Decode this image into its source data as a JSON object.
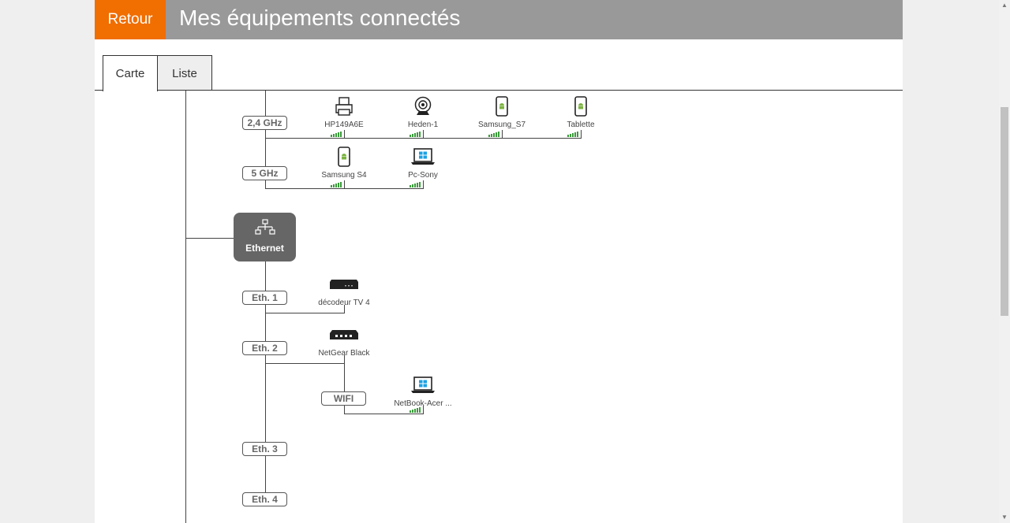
{
  "header": {
    "back_label": "Retour",
    "title": "Mes équipements connectés"
  },
  "tabs": [
    {
      "label": "Carte",
      "active": true
    },
    {
      "label": "Liste",
      "active": false
    }
  ],
  "wifi": {
    "bands": [
      {
        "label": "2,4 GHz",
        "devices": [
          {
            "name": "HP149A6E",
            "icon": "printer-icon",
            "signal": 4
          },
          {
            "name": "Heden-1",
            "icon": "webcam-icon",
            "signal": 4
          },
          {
            "name": "Samsung_S7",
            "icon": "android-phone-icon",
            "signal": 4
          },
          {
            "name": "Tablette",
            "icon": "android-phone-icon",
            "signal": 4
          }
        ]
      },
      {
        "label": "5 GHz",
        "devices": [
          {
            "name": "Samsung S4",
            "icon": "android-phone-icon",
            "signal": 4
          },
          {
            "name": "Pc-Sony",
            "icon": "windows-laptop-icon",
            "signal": 4
          }
        ]
      }
    ]
  },
  "ethernet": {
    "label": "Ethernet",
    "ports": [
      {
        "label": "Eth. 1",
        "devices": [
          {
            "name": "décodeur TV 4",
            "icon": "tv-decoder-icon"
          }
        ]
      },
      {
        "label": "Eth. 2",
        "devices": [
          {
            "name": "NetGear Black",
            "icon": "network-switch-icon"
          }
        ],
        "sub": {
          "label": "WIFI",
          "devices": [
            {
              "name": "NetBook-Acer ...",
              "icon": "windows-laptop-icon",
              "signal": 4
            }
          ]
        }
      },
      {
        "label": "Eth. 3",
        "devices": []
      },
      {
        "label": "Eth. 4",
        "devices": []
      }
    ]
  },
  "colors": {
    "accent": "#f16e00",
    "header_bg": "#999999",
    "signal": "#3a9a3a",
    "node_bg": "#666666"
  }
}
